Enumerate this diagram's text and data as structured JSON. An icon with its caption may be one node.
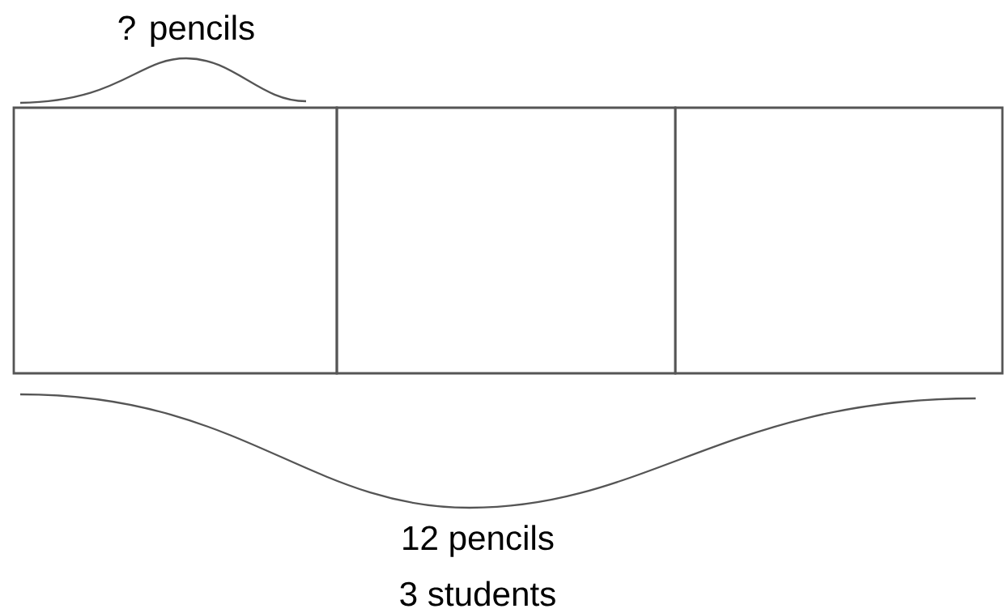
{
  "diagram": {
    "nodes": [
      {
        "text": [],
        "shape": "box"
      },
      {
        "text": [],
        "shape": "box"
      },
      {
        "text": [],
        "shape": "box"
      }
    ],
    "labels": [
      "? pencils",
      "12 pencils",
      "3 students"
    ]
  }
}
